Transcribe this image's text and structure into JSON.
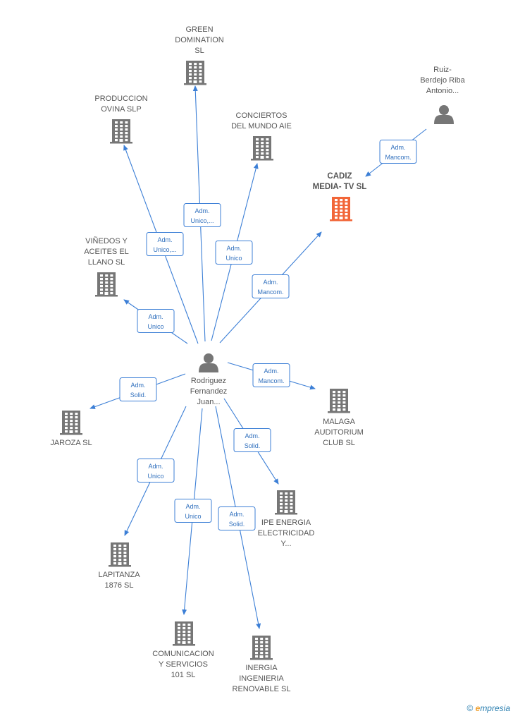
{
  "colors": {
    "edge": "#3c7fd6",
    "company": "#767676",
    "focus_company": "#f26638",
    "person": "#767676",
    "label": "#555555",
    "box_border": "#3c7fd6",
    "box_text": "#2f6fbd"
  },
  "graph": {
    "persons": [
      {
        "id": "rodriguez",
        "lines": [
          "Rodriguez",
          "Fernandez",
          "Juan..."
        ]
      },
      {
        "id": "ruiz",
        "lines": [
          "Ruiz-",
          "Berdejo Riba",
          "Antonio..."
        ]
      }
    ],
    "companies": [
      {
        "id": "green",
        "lines": [
          "GREEN",
          "DOMINATION",
          "SL"
        ],
        "focus": false
      },
      {
        "id": "produccion",
        "lines": [
          "PRODUCCION",
          "OVINA SLP"
        ],
        "focus": false
      },
      {
        "id": "conciertos",
        "lines": [
          "CONCIERTOS",
          "DEL MUNDO AIE"
        ],
        "focus": false
      },
      {
        "id": "cadiz",
        "lines": [
          "CADIZ",
          "MEDIA- TV SL"
        ],
        "focus": true
      },
      {
        "id": "vinedos",
        "lines": [
          "VIÑEDOS Y",
          "ACEITES EL",
          "LLANO SL"
        ],
        "focus": false
      },
      {
        "id": "malaga",
        "lines": [
          "MALAGA",
          "AUDITORIUM",
          "CLUB SL"
        ],
        "focus": false
      },
      {
        "id": "jaroza",
        "lines": [
          "JAROZA SL"
        ],
        "focus": false
      },
      {
        "id": "ipe",
        "lines": [
          "IPE ENERGIA",
          "ELECTRICIDAD",
          "Y..."
        ],
        "focus": false
      },
      {
        "id": "lapitanza",
        "lines": [
          "LAPITANZA",
          "1876 SL"
        ],
        "focus": false
      },
      {
        "id": "comunicacion",
        "lines": [
          "COMUNICACION",
          "Y SERVICIOS",
          "101 SL"
        ],
        "focus": false
      },
      {
        "id": "inergia",
        "lines": [
          "INERGIA",
          "INGENIERIA",
          "RENOVABLE SL"
        ],
        "focus": false
      }
    ],
    "relations": [
      {
        "from": "rodriguez",
        "to": "green",
        "lines": [
          "Adm.",
          "Unico,..."
        ]
      },
      {
        "from": "rodriguez",
        "to": "produccion",
        "lines": [
          "Adm.",
          "Unico,..."
        ]
      },
      {
        "from": "rodriguez",
        "to": "conciertos",
        "lines": [
          "Adm.",
          "Unico"
        ]
      },
      {
        "from": "rodriguez",
        "to": "cadiz",
        "lines": [
          "Adm.",
          "Mancom."
        ]
      },
      {
        "from": "ruiz",
        "to": "cadiz",
        "lines": [
          "Adm.",
          "Mancom."
        ]
      },
      {
        "from": "rodriguez",
        "to": "vinedos",
        "lines": [
          "Adm.",
          "Unico"
        ]
      },
      {
        "from": "rodriguez",
        "to": "malaga",
        "lines": [
          "Adm.",
          "Mancom."
        ]
      },
      {
        "from": "rodriguez",
        "to": "jaroza",
        "lines": [
          "Adm.",
          "Solid."
        ]
      },
      {
        "from": "rodriguez",
        "to": "ipe",
        "lines": [
          "Adm.",
          "Solid."
        ]
      },
      {
        "from": "rodriguez",
        "to": "lapitanza",
        "lines": [
          "Adm.",
          "Unico"
        ]
      },
      {
        "from": "rodriguez",
        "to": "comunicacion",
        "lines": [
          "Adm.",
          "Unico"
        ]
      },
      {
        "from": "rodriguez",
        "to": "inergia",
        "lines": [
          "Adm.",
          "Solid."
        ]
      }
    ]
  },
  "watermark": {
    "copyright": "©",
    "brand_first": "e",
    "brand_rest": "mpresia"
  }
}
